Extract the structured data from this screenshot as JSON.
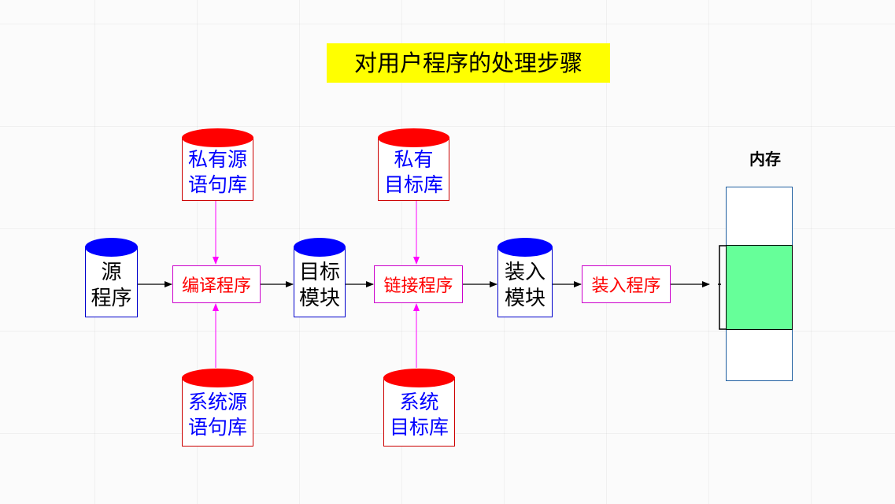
{
  "title": "对用户程序的处理步骤",
  "memory": {
    "label": "内存",
    "segment_color": "#66ff99"
  },
  "source": {
    "line1": "源",
    "line2": "程序"
  },
  "compiler": "编译程序",
  "object_module": {
    "line1": "目标",
    "line2": "模块"
  },
  "linker": "链接程序",
  "load_module": {
    "line1": "装入",
    "line2": "模块"
  },
  "loader": "装入程序",
  "private_source_lib": {
    "line1": "私有源",
    "line2": "语句库"
  },
  "private_object_lib": {
    "line1": "私有",
    "line2": "目标库"
  },
  "system_source_lib": {
    "line1": "系统源",
    "line2": "语句库"
  },
  "system_object_lib": {
    "line1": "系统",
    "line2": "目标库"
  },
  "colors": {
    "library_top": "#ff0000",
    "module_top": "#0000ff",
    "process_text": "#ff0000",
    "library_text": "#0000ff",
    "connector": "#ff00ff",
    "title_background": "#ffff00"
  }
}
